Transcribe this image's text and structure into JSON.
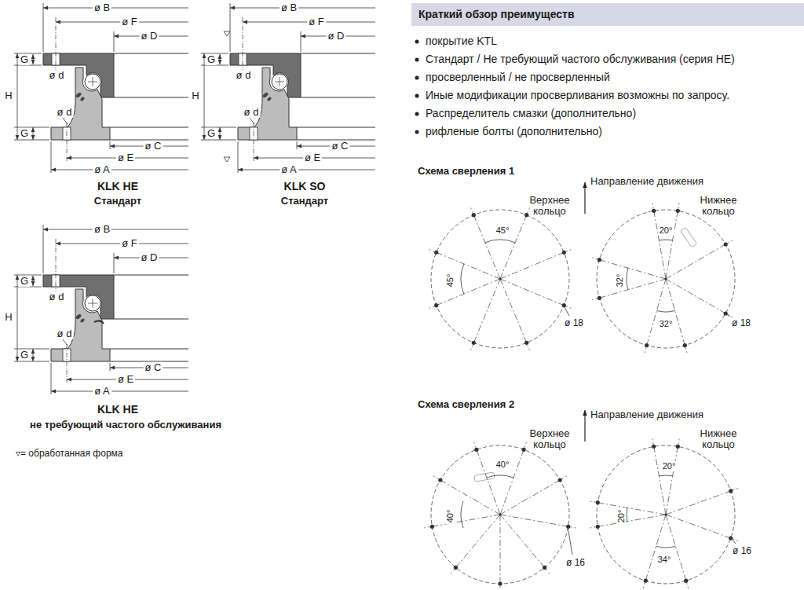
{
  "diagram": {
    "nodes": [
      {
        "text": [
          "Краткий обзор преимуществ"
        ]
      }
    ],
    "labels": [
      "ø B",
      "ø F",
      "ø D",
      "G",
      "ø d",
      "H",
      "ø d",
      "G",
      "ø C",
      "ø E",
      "ø A",
      "KLK HE",
      "Стандарт",
      "ø B",
      "ø F",
      "ø D",
      "G",
      "ø d",
      "H",
      "ø d",
      "G",
      "ø C",
      "ø E",
      "ø A",
      "KLK SO",
      "Стандарт",
      "ø B",
      "ø F",
      "ø D",
      "G",
      "ø d",
      "H",
      "ø d",
      "G",
      "ø C",
      "ø E",
      "ø A",
      "KLK HE",
      "не требующий частого обслуживания",
      "▿= обработанная форма",
      "покрытие KTL",
      "Стандарт / Не требующий частого обслуживания (серия HE)",
      "просверленный / не просверленный",
      "Иные модификации просверливания возможны по запросу.",
      "Распределитель смазки (дополнительно)",
      "рифленые болты (дополнительно)",
      "Схема сверления 1",
      "Направление движения",
      "Верхнее кольцо",
      "Нижнее кольцо",
      "45°",
      "45°",
      "20°",
      "32°",
      "32°",
      "ø 18",
      "ø 18",
      "Схема сверления 2",
      "Направление движения",
      "Верхнее кольцо",
      "Нижнее кольцо",
      "40°",
      "40°",
      "20°",
      "20°",
      "34°",
      "ø 16",
      "ø 16"
    ]
  }
}
